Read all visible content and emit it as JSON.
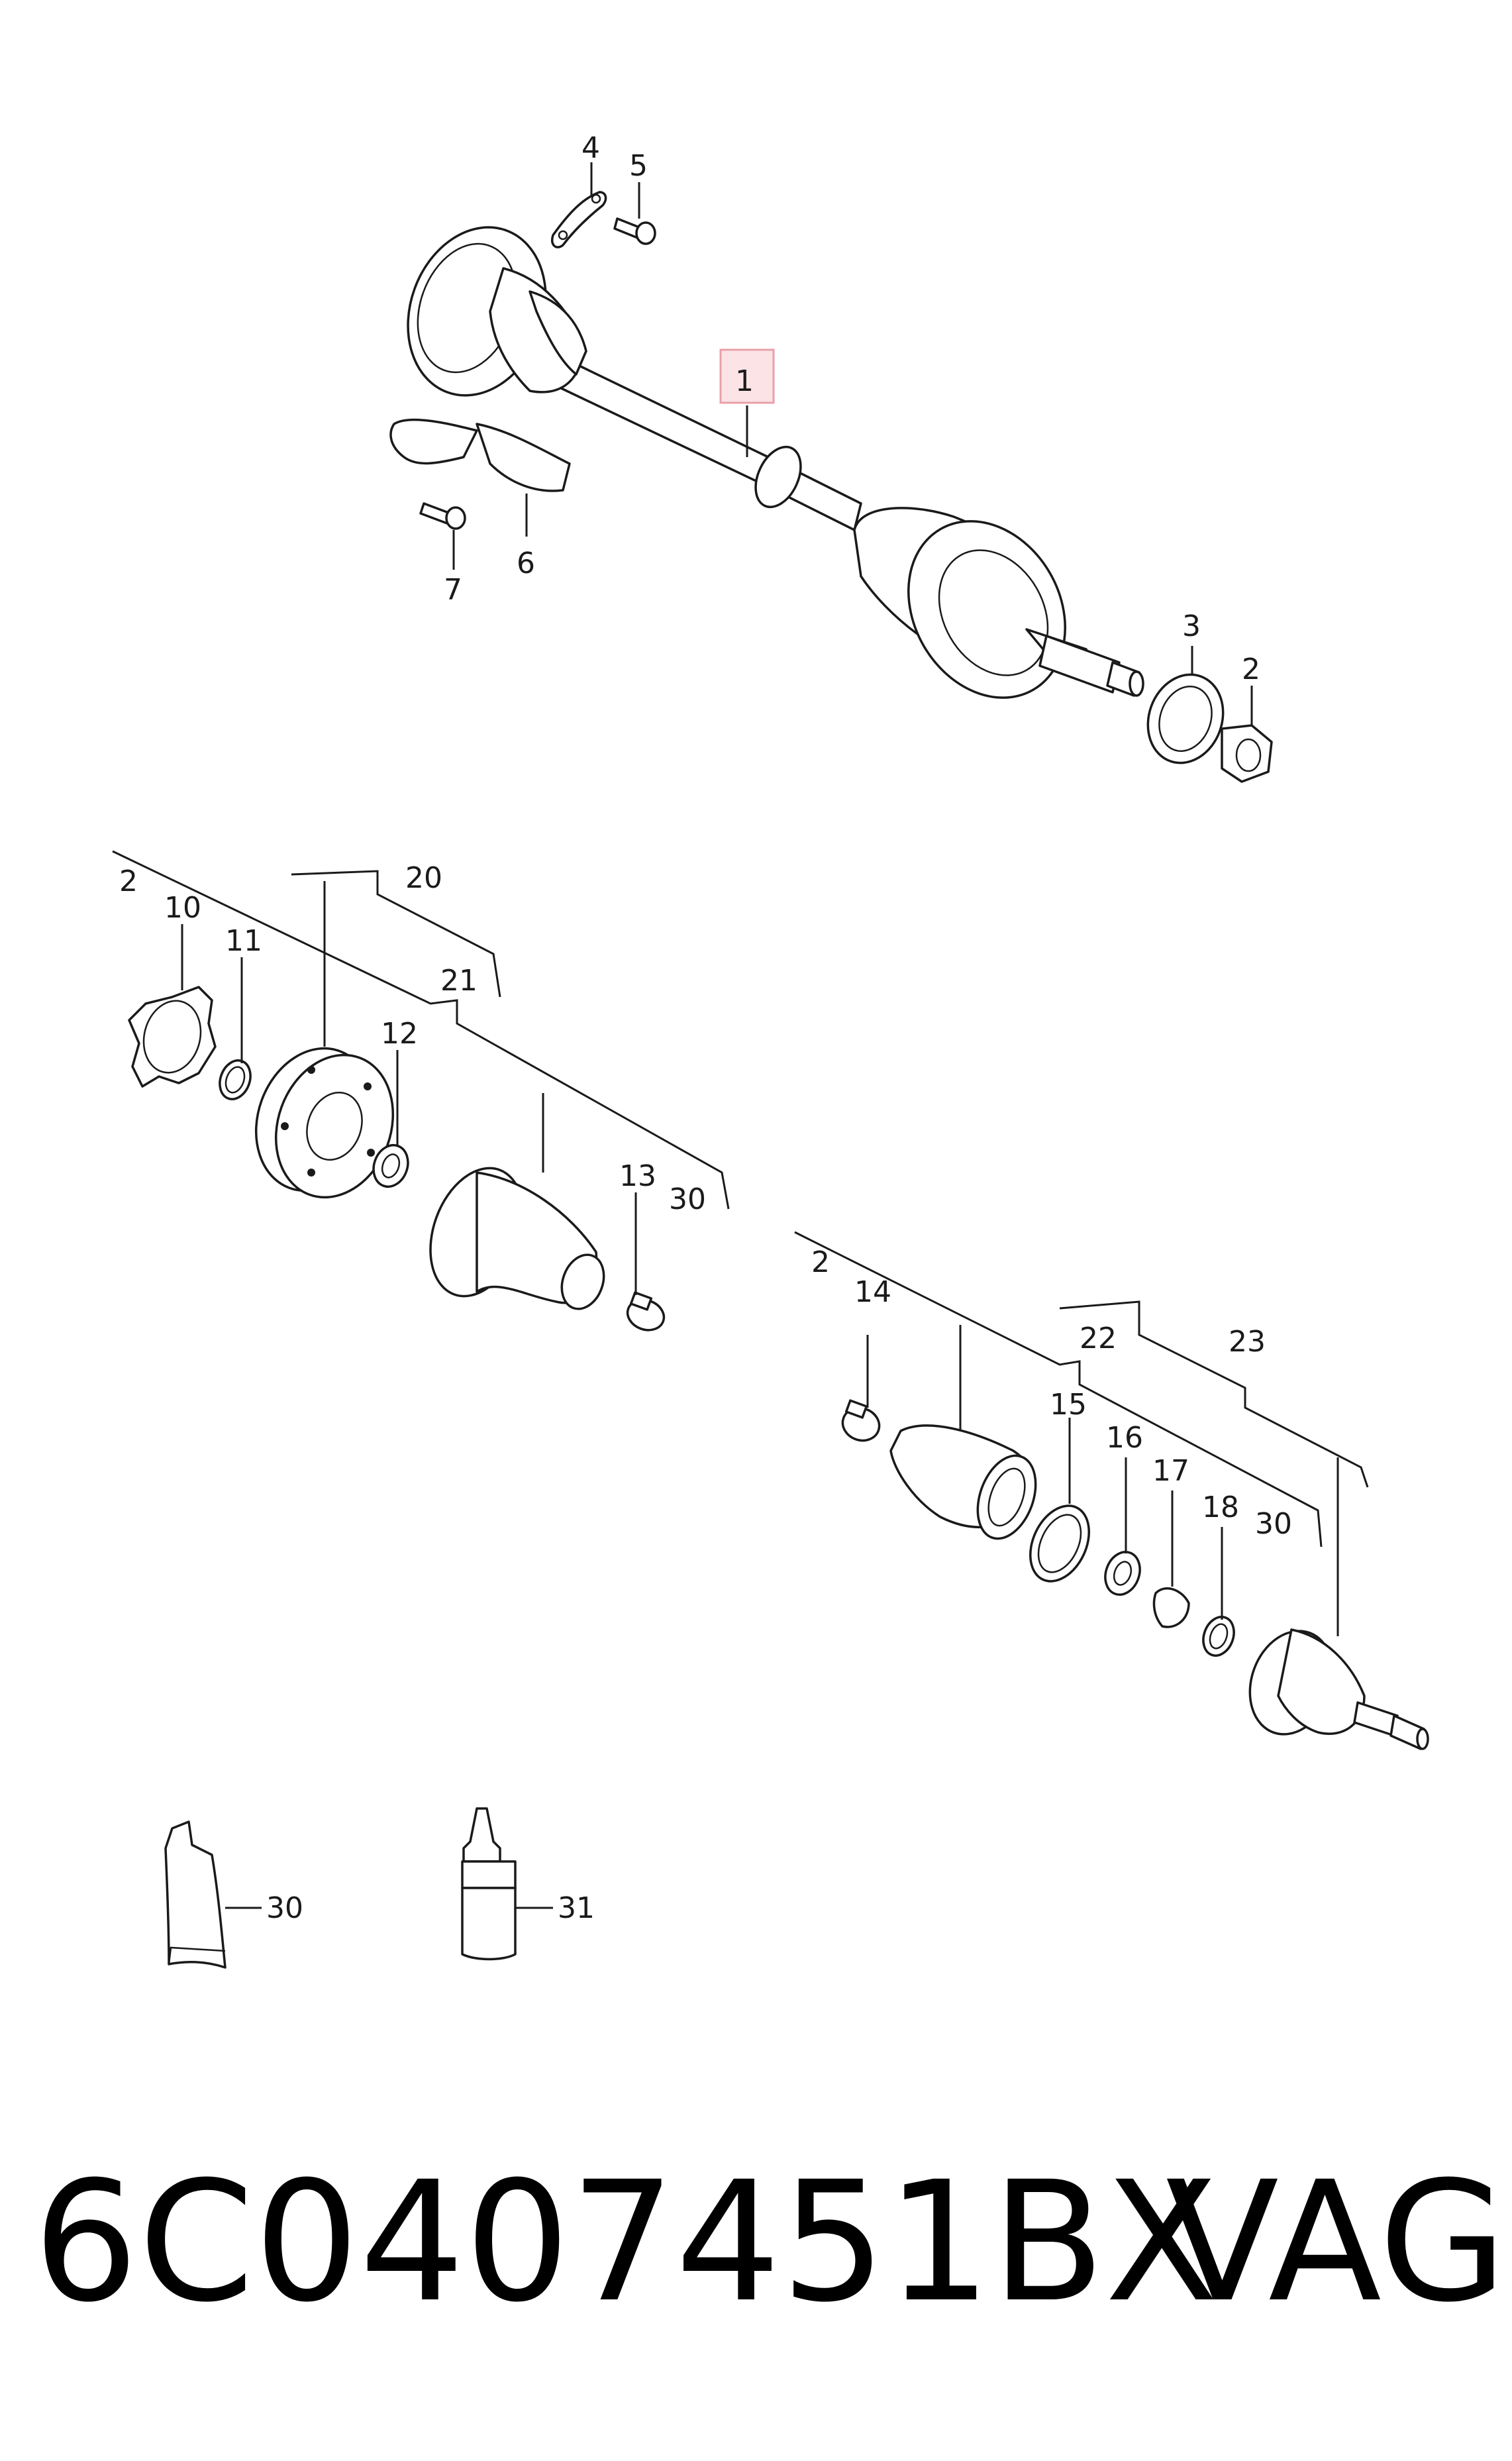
{
  "callouts": {
    "c1": "1",
    "c2a": "2",
    "c3": "3",
    "c4": "4",
    "c5": "5",
    "c6": "6",
    "c7": "7",
    "c2b": "2",
    "c10": "10",
    "c11": "11",
    "c20": "20",
    "c21": "21",
    "c12": "12",
    "c13": "13",
    "c30a": "30",
    "c2c": "2",
    "c14": "14",
    "c22": "22",
    "c23": "23",
    "c15": "15",
    "c16": "16",
    "c17": "17",
    "c18": "18",
    "c30b": "30",
    "c30c": "30",
    "c31": "31"
  },
  "footer": {
    "part_number": "6C0407451BX",
    "brand": "VAG"
  },
  "highlight_color": "#e8a0a8"
}
